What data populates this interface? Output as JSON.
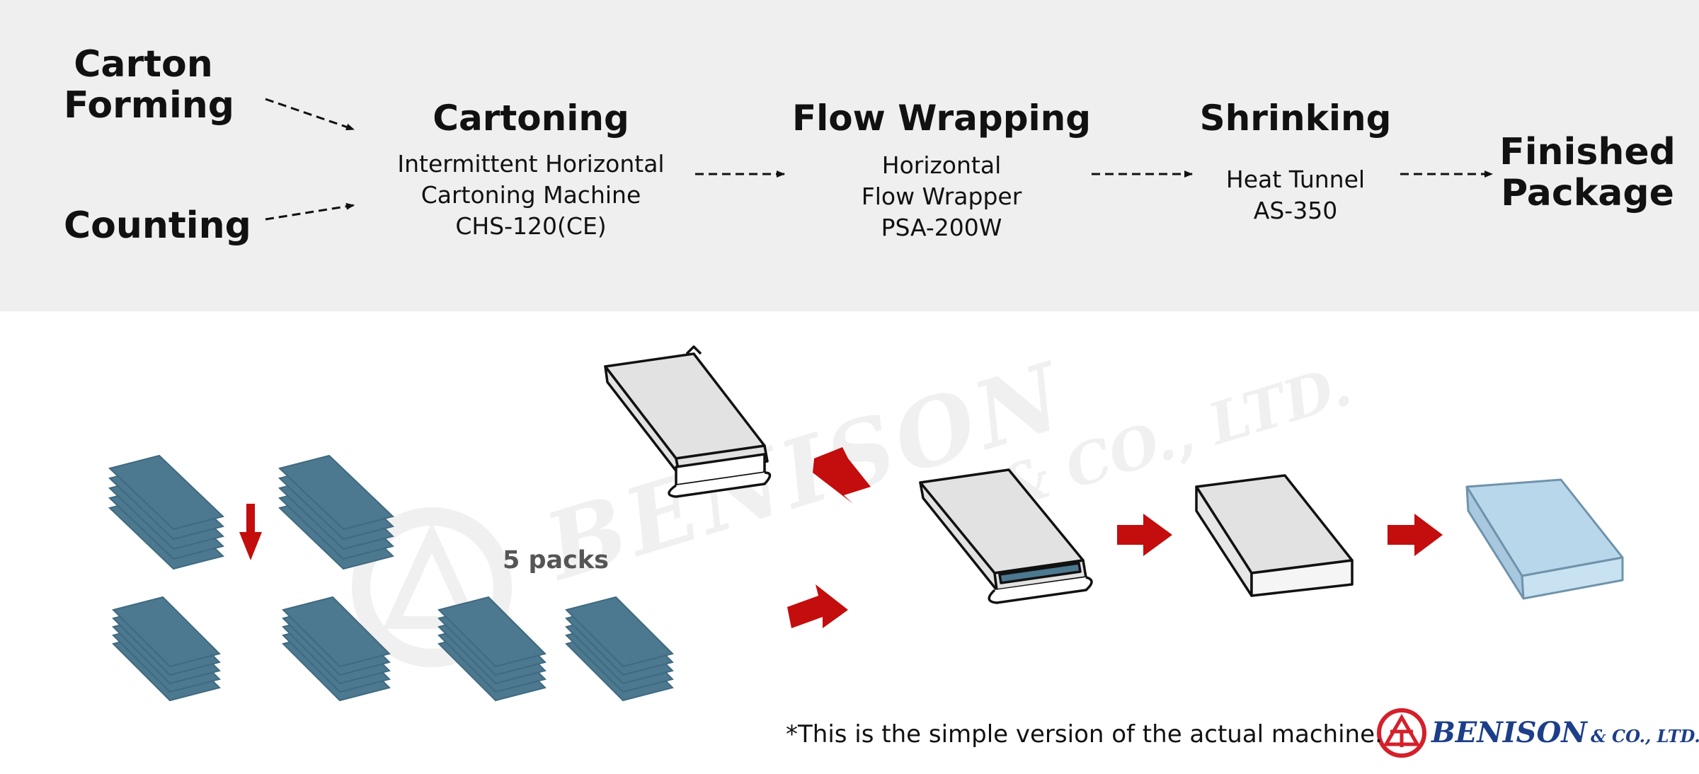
{
  "inputs": {
    "carton_forming": "Carton\nForming",
    "counting": "Counting"
  },
  "steps": [
    {
      "title": "Cartoning",
      "lines": [
        "Intermittent Horizontal",
        "Cartoning Machine",
        "CHS-120(CE)"
      ]
    },
    {
      "title": "Flow Wrapping",
      "lines": [
        "Horizontal",
        "Flow Wrapper",
        "PSA-200W"
      ]
    },
    {
      "title": "Shrinking",
      "lines": [
        "Heat Tunnel",
        "AS-350"
      ]
    }
  ],
  "output": {
    "label": "Finished\nPackage"
  },
  "illustration": {
    "packs_label": "5  packs",
    "watermark": "BENISON & CO., LTD."
  },
  "footnote": "*This is the simple version of the actual machine.",
  "logo": {
    "name": "BENISON",
    "suffix": "& CO., LTD."
  },
  "colors": {
    "band": "#efefef",
    "pack": "#4c7890",
    "arrow_red": "#c40d0d",
    "box_fill": "#e2e2e2",
    "finished_fill": "#b8d7ea",
    "logo_blue": "#1d3f8a",
    "logo_red": "#d4202a"
  }
}
